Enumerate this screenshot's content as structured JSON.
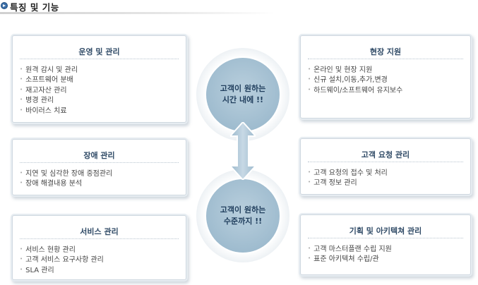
{
  "header": {
    "title": "특징 및 기능"
  },
  "left_boxes": [
    {
      "title": "운영 및 관리",
      "items": [
        "원격 감시 및 관리",
        "소프트웨어 분배",
        "재고자산 관리",
        "병경 관리",
        "바이러스 치료"
      ]
    },
    {
      "title": "장애 관리",
      "items": [
        "지연 및 심각한 장애 중점관리",
        "장애 해결내용 분석"
      ]
    },
    {
      "title": "서비스 관리",
      "items": [
        "서비스 현황 관리",
        "고객 서비스 요구사항 관리",
        "SLA 관리"
      ]
    }
  ],
  "right_boxes": [
    {
      "title": "현장 지원",
      "items": [
        "온라인 및 현장 지원",
        "신규 설치,이동,추가,변경",
        "하드웨이/소프트웨어 유지보수"
      ]
    },
    {
      "title": "고객 요청 관리",
      "items": [
        "고객 요청의 접수 및 처리",
        "고객 정보 관리"
      ]
    },
    {
      "title": "기획 및 아키텍쳐 관리",
      "items": [
        "고객 마스터플랜 수립 지원",
        "표준 아키텍쳐 수립/관"
      ]
    }
  ],
  "circles": {
    "top": {
      "line1": "고객이 원하는",
      "line2": "시간 내에 !!"
    },
    "bottom": {
      "line1": "고객이 원하는",
      "line2": "수준까지 !!"
    }
  },
  "colors": {
    "accent": "#3b6fa8",
    "circle": "#a7c2d4",
    "arrow": "#a9c4d6"
  }
}
